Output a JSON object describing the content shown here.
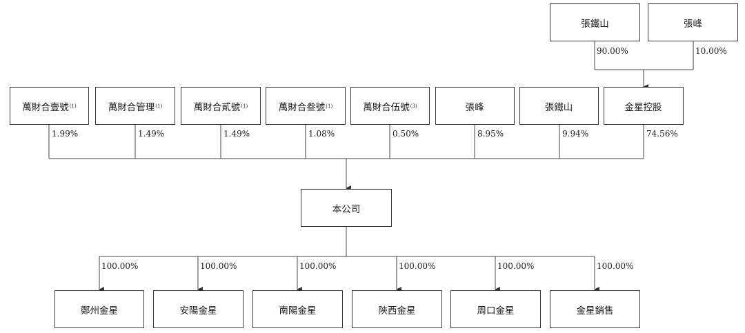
{
  "controllers": [
    {
      "label": "張鐵山",
      "pct": "90.00%"
    },
    {
      "label": "張峰",
      "pct": "10.00%"
    }
  ],
  "shareholders": [
    {
      "label": "萬財合壹號",
      "note": "(1)",
      "pct": "1.99%"
    },
    {
      "label": "萬財合管理",
      "note": "(1)",
      "pct": "1.49%"
    },
    {
      "label": "萬財合貳號",
      "note": "(1)",
      "pct": "1.49%"
    },
    {
      "label": "萬財合叁號",
      "note": "(1)",
      "pct": "1.08%"
    },
    {
      "label": "萬財合伍號",
      "note": "(3)",
      "pct": "0.50%"
    },
    {
      "label": "張峰",
      "note": "",
      "pct": "8.95%"
    },
    {
      "label": "張鐵山",
      "note": "",
      "pct": "9.94%"
    },
    {
      "label": "金星控股",
      "note": "",
      "pct": "74.56%"
    }
  ],
  "company": {
    "label": "本公司"
  },
  "subsidiaries": [
    {
      "label": "鄭州金星",
      "pct": "100.00%"
    },
    {
      "label": "安陽金星",
      "pct": "100.00%"
    },
    {
      "label": "南陽金星",
      "pct": "100.00%"
    },
    {
      "label": "陝西金星",
      "pct": "100.00%"
    },
    {
      "label": "周口金星",
      "pct": "100.00%"
    },
    {
      "label": "金星銷售",
      "pct": "100.00%"
    }
  ]
}
